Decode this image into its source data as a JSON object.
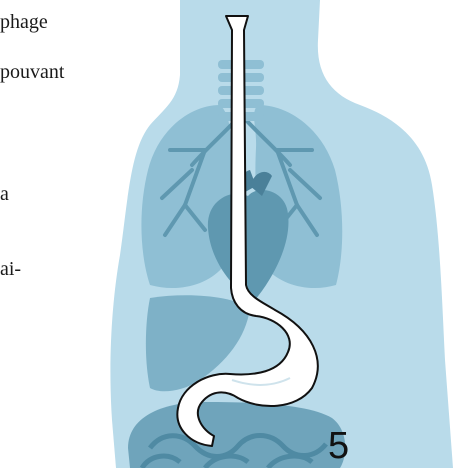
{
  "text_fragments": [
    "phage",
    "pouvant",
    "a",
    "ai-"
  ],
  "page_number": "5",
  "colors": {
    "body_silhouette": "#b9dbea",
    "lungs": "#8fbfd4",
    "heart": "#5f98b0",
    "liver": "#7eb1c7",
    "intestines": "#6fa4bb",
    "esophagus_fill": "#ffffff",
    "outline": "#111111"
  },
  "icons": [
    "body-silhouette",
    "trachea",
    "lung",
    "heart",
    "liver",
    "stomach",
    "esophagus",
    "intestines"
  ]
}
